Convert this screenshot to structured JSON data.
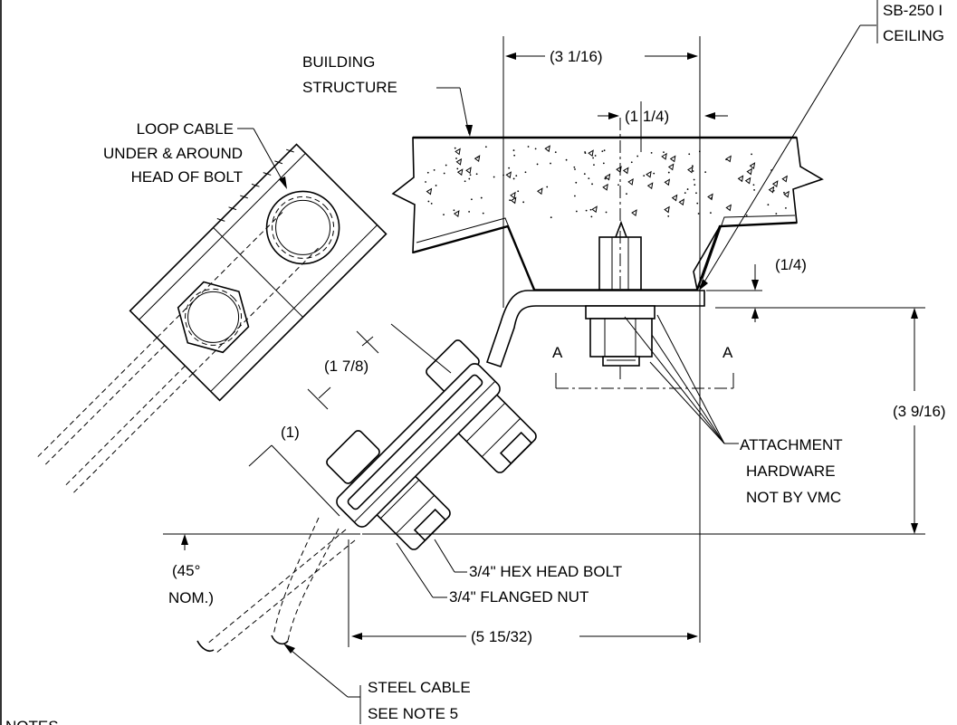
{
  "labels": {
    "model": "SB-250 I",
    "ceiling": "CEILING",
    "building_1": "BUILDING",
    "building_2": "STRUCTURE",
    "loop_1": "LOOP CABLE",
    "loop_2": "UNDER & AROUND",
    "loop_3": "HEAD OF BOLT",
    "attach_1": "ATTACHMENT",
    "attach_2": "HARDWARE",
    "attach_3": "NOT BY VMC",
    "bolt": "3/4\" HEX HEAD BOLT",
    "nut": "3/4\" FLANGED  NUT",
    "cable_1": "STEEL CABLE",
    "cable_2": "SEE NOTE 5",
    "angle_1": "(45°",
    "angle_2": "NOM.)",
    "notes": "NOTES",
    "section_a_left": "A",
    "section_a_right": "A"
  },
  "dimensions": {
    "width_top": "(3 1/16)",
    "width_slot": "(1 1/4)",
    "plate_thk": "(1/4)",
    "height_right": "(3 9/16)",
    "len_bottom": "(5 15/32)",
    "diag_a": "(1 7/8)",
    "diag_b": "(1)"
  }
}
